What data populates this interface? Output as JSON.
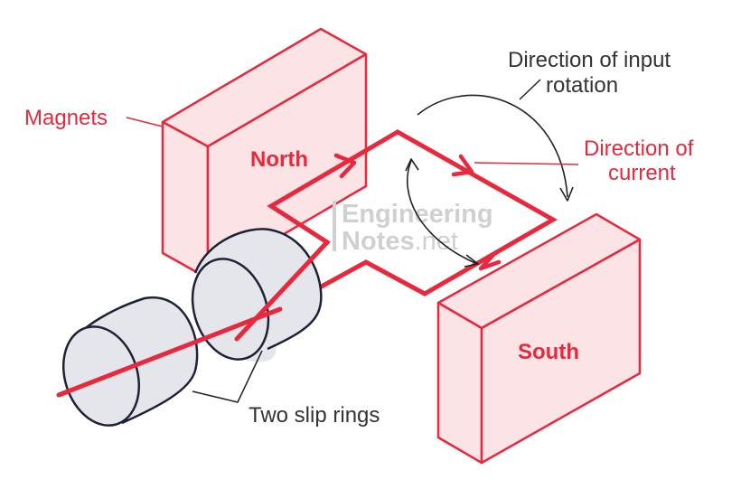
{
  "labels": {
    "magnets": "Magnets",
    "north": "North",
    "south": "South",
    "rotation_line1": "Direction of input",
    "rotation_line2": "rotation",
    "current_line1": "Direction of",
    "current_line2": "current",
    "slip_rings": "Two slip rings"
  },
  "watermark": {
    "line1": "Engineering",
    "line2_main": "Notes",
    "line2_suffix": ".net"
  },
  "colors": {
    "accent": "#e8283c",
    "magnet_fill": "#fbe3e6",
    "ring_fill": "#e4e6ec",
    "ring_stroke": "#1e2235",
    "annotation": "#333333",
    "watermark": "#cfd0d4"
  }
}
